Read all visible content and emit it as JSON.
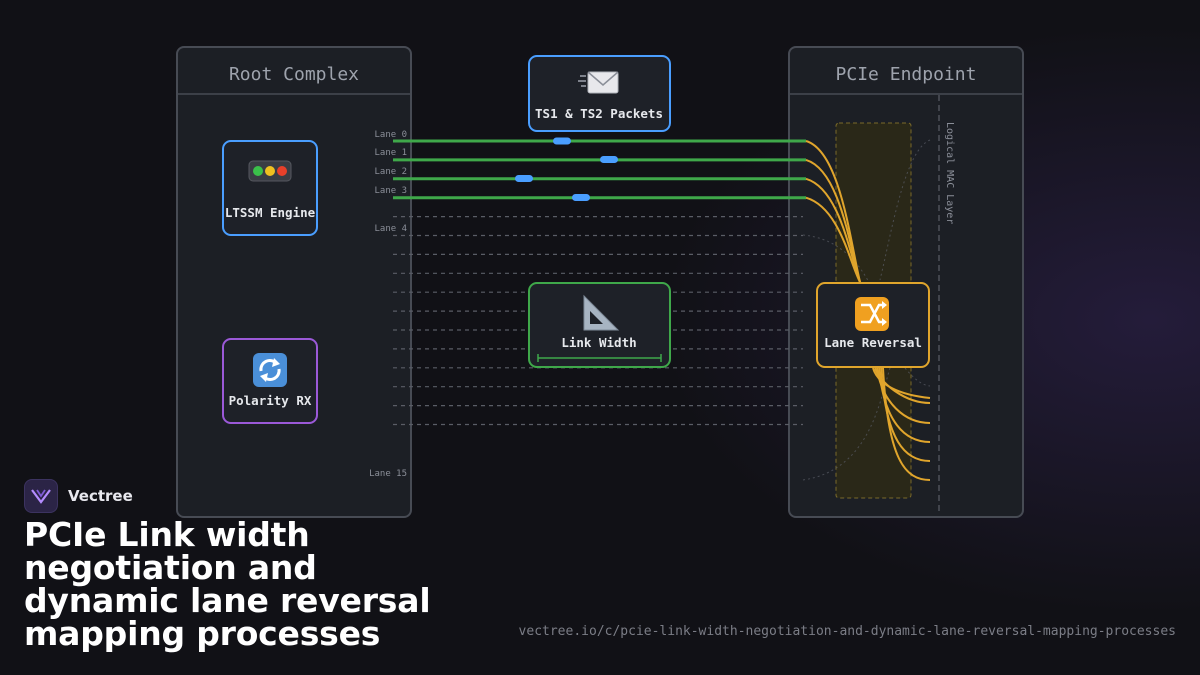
{
  "brand": {
    "name": "Vectree"
  },
  "page": {
    "title": "PCIe Link width negotiation and dynamic lane reversal mapping processes",
    "url": "vectree.io/c/pcie-link-width-negotiation-and-dynamic-lane-reversal-mapping-processes"
  },
  "diagram": {
    "root_complex": {
      "title": "Root Complex"
    },
    "endpoint": {
      "title": "PCIe Endpoint",
      "mac_layer_label": "Logical MAC Layer"
    },
    "nodes": {
      "ltssm": {
        "label": "LTSSM Engine",
        "icon": "traffic-light-icon",
        "color": "#4a9eff"
      },
      "polarity": {
        "label": "Polarity RX",
        "icon": "arrows-cycle-icon",
        "color": "#9b59d8"
      },
      "ts_packets": {
        "label": "TS1 & TS2 Packets",
        "icon": "envelope-icon",
        "color": "#4a9eff"
      },
      "link_width": {
        "label": "Link Width",
        "icon": "triangle-ruler-icon",
        "color": "#3fa84a"
      },
      "lane_reversal": {
        "label": "Lane Reversal",
        "icon": "shuffle-icon",
        "color": "#e0a52c"
      }
    },
    "lane_labels": [
      "Lane 0",
      "Lane 1",
      "Lane 2",
      "Lane 3",
      "Lane 4",
      "Lane 15"
    ],
    "colors": {
      "active_lane": "#3fa84a",
      "inactive_lane": "#5a5d66",
      "packet": "#4a9eff",
      "mapping": "#e0a52c"
    }
  }
}
